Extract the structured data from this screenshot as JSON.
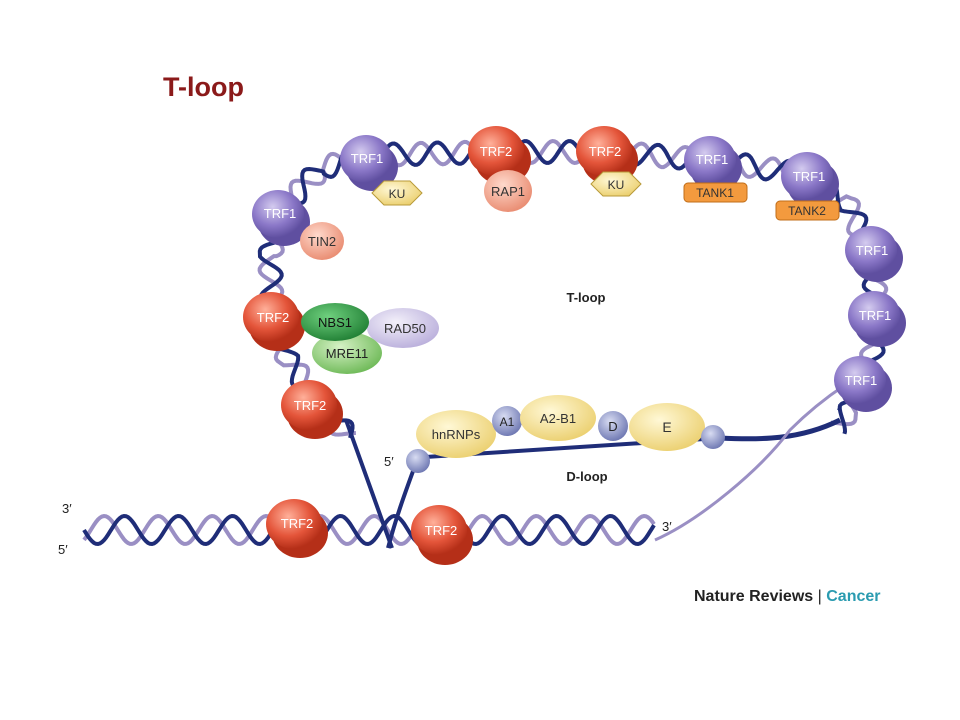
{
  "title": "T-loop",
  "labels": {
    "t_loop": "T-loop",
    "d_loop": "D-loop",
    "end_3_top": "3′",
    "end_5_bottom": "5′",
    "end_5_inner": "5′",
    "end_3_inner": "3′"
  },
  "proteins": {
    "trf1_a": "TRF1",
    "ku_a": "KU",
    "trf2_a": "TRF2",
    "rap1": "RAP1",
    "trf2_b": "TRF2",
    "ku_b": "KU",
    "trf1_b": "TRF1",
    "tank1": "TANK1",
    "trf1_c": "TRF1",
    "tank2": "TANK2",
    "trf1_left": "TRF1",
    "tin2": "TIN2",
    "trf2_left": "TRF2",
    "nbs1": "NBS1",
    "rad50": "RAD50",
    "mre11": "MRE11",
    "trf2_lower": "TRF2",
    "trf1_r1": "TRF1",
    "trf1_r2": "TRF1",
    "trf1_r3": "TRF1",
    "hnrnps": "hnRNPs",
    "a1": "A1",
    "a2b1": "A2-B1",
    "d": "D",
    "e": "E",
    "trf2_dna_a": "TRF2",
    "trf2_dna_b": "TRF2"
  },
  "credit": {
    "journal": "Nature Reviews",
    "separator": "|",
    "section": "Cancer"
  },
  "colors": {
    "title": "#8b1a1a",
    "dna_dark": "#1f2d78",
    "dna_light": "#9a8fc4",
    "trf1": "#8b78c8",
    "trf2": "#e4553a",
    "ku": "#f3dc8a",
    "rap1": "#f2a48e",
    "tank": "#f39a3e",
    "tin2": "#f3ad95",
    "nbs1": "#2e9d45",
    "mre11": "#8fcf78",
    "rad50": "#cfc6e6",
    "hnrnp": "#f3e08e",
    "small_blue": "#8d97c8",
    "accent": "#2a9bb0"
  }
}
